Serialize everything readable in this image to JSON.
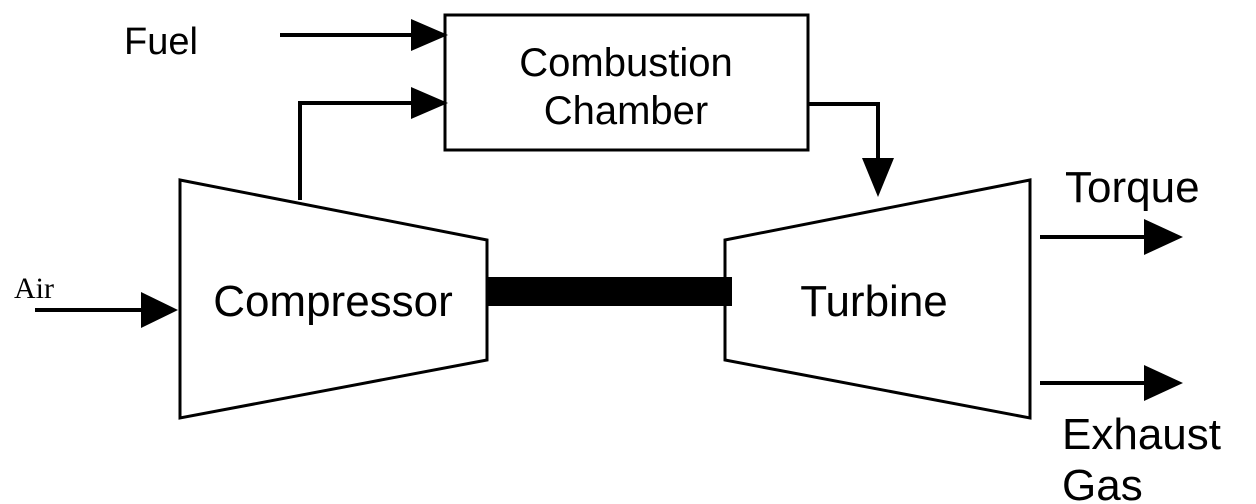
{
  "labels": {
    "fuel": "Fuel",
    "combustion_line1": "Combustion",
    "combustion_line2": "Chamber",
    "air": "Air",
    "compressor": "Compressor",
    "turbine": "Turbine",
    "torque": "Torque",
    "exhaust_line1": "Exhaust",
    "exhaust_line2": "Gas"
  },
  "colors": {
    "line": "#000000",
    "background": "#ffffff"
  }
}
